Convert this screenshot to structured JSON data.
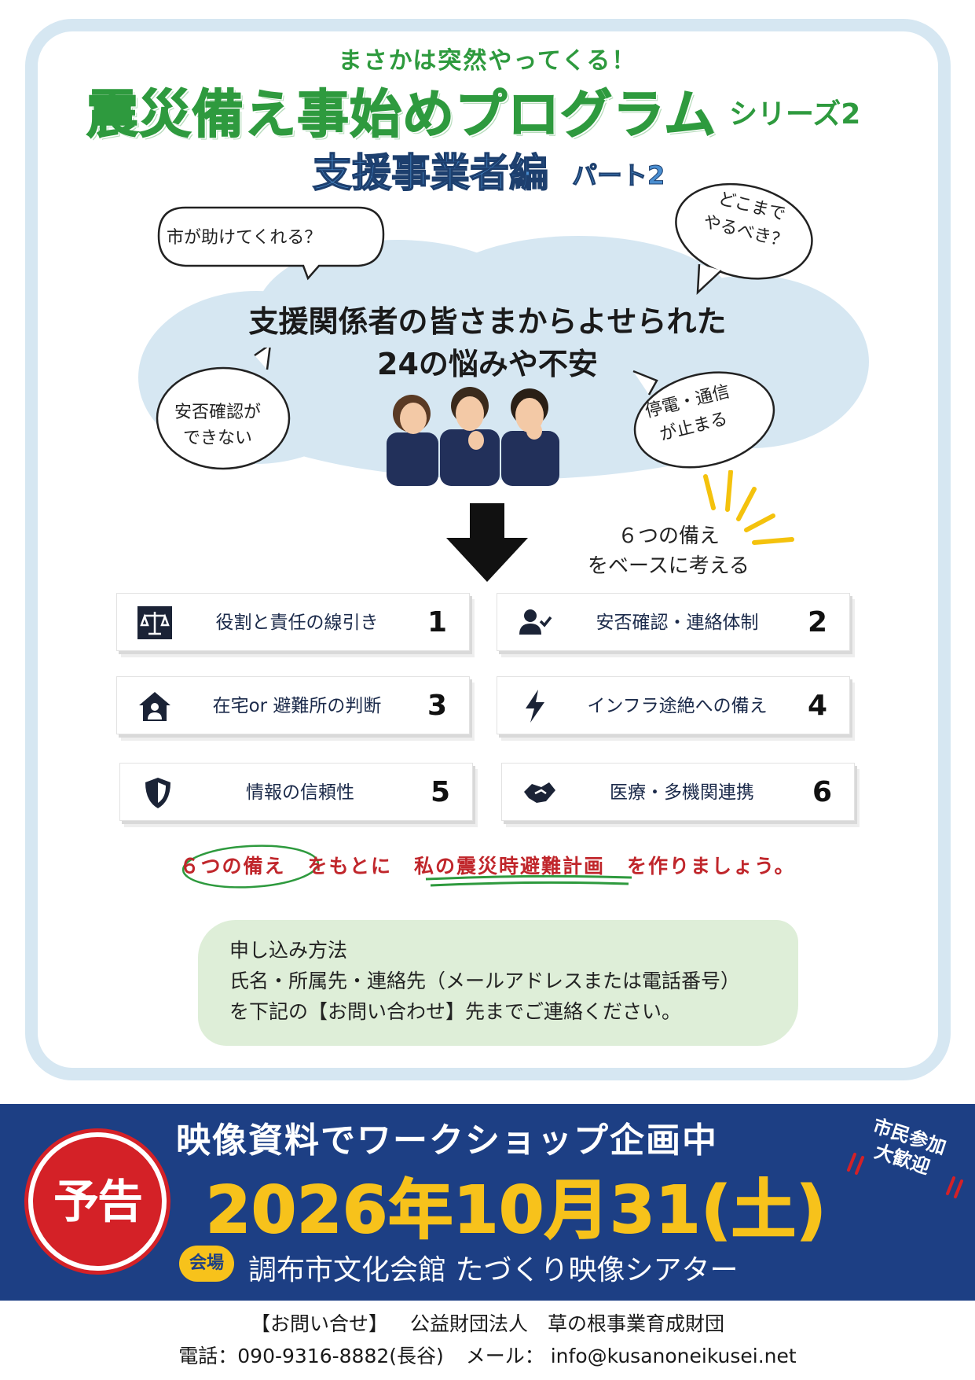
{
  "header": {
    "tagline": "まさかは突然やってくる！",
    "title": "震災備え事始めプログラム",
    "series": "シリーズ2",
    "subtitle": "支援事業者編",
    "part": "パート2"
  },
  "cloud": {
    "line1": "支援関係者の皆さまからよせられた",
    "line2": "24の悩みや不安"
  },
  "bubbles": {
    "city_help": "市が助けてくれる？",
    "how_far_1": "どこまで",
    "how_far_2": "やるべき？",
    "safety_1": "安否確認が",
    "safety_2": "できない",
    "outage_1": "停電・通信",
    "outage_2": "が止まる"
  },
  "six_note": {
    "line1": "６つの備え",
    "line2": "をベースに考える"
  },
  "preparations": [
    {
      "label": "役割と責任の線引き",
      "number": "1",
      "icon": "scale-icon"
    },
    {
      "label": "安否確認・連絡体制",
      "number": "2",
      "icon": "user-check-icon"
    },
    {
      "label": "在宅or 避難所の判断",
      "number": "3",
      "icon": "house-person-icon"
    },
    {
      "label": "インフラ途絶への備え",
      "number": "4",
      "icon": "lightning-icon"
    },
    {
      "label": "情報の信頼性",
      "number": "5",
      "icon": "shield-icon"
    },
    {
      "label": "医療・多機関連携",
      "number": "6",
      "icon": "handshake-icon"
    }
  ],
  "plan": {
    "part1": "６つの備え",
    "part2": "をもとに",
    "part3": "私の震災時避難計画",
    "part4": "を作りましょう。"
  },
  "apply": {
    "line1": "申し込み方法",
    "line2": "氏名・所属先・連絡先（メールアドレスまたは電話番号）",
    "line3": "を下記の【お問い合わせ】先までご連絡ください。"
  },
  "announcement": {
    "badge": "予告",
    "title": "映像資料でワークショップ企画中",
    "date": "2026年10月31(土)",
    "venue_label": "会場",
    "venue": "調布市文化会館 たづくり映像シアター",
    "welcome_1": "市民参加",
    "welcome_2": "大歓迎"
  },
  "contact": {
    "label": "【お問い合せ】",
    "org": "公益財団法人　草の根事業育成財団",
    "phone": "電話：090-9316-8882(長谷)",
    "email": "メール： info@kusanoneikusei.net"
  },
  "colors": {
    "green": "#2e9a3e",
    "blue_title": "#4a8ed0",
    "navy": "#1d3f84",
    "yellow": "#f7c21b",
    "red": "#d42127",
    "frame": "#d6e7f2",
    "cloud": "#d6e7f2",
    "apply_bg": "#deeed8"
  }
}
